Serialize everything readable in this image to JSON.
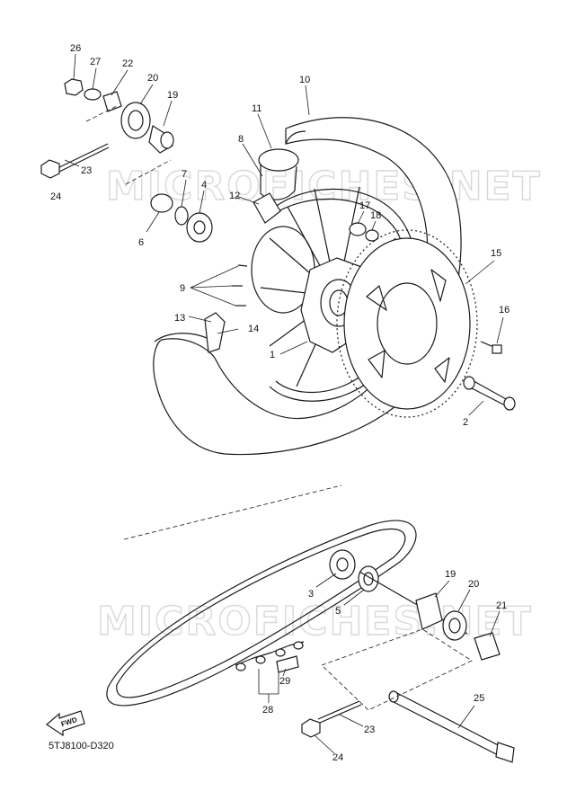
{
  "diagram_code": "5TJ8100-D320",
  "watermark_text": "MICROFICHES.NET",
  "fwd_label": "FWD",
  "callouts": [
    "26",
    "27",
    "22",
    "20",
    "19",
    "23",
    "24",
    "7",
    "4",
    "6",
    "10",
    "11",
    "8",
    "12",
    "17",
    "18",
    "9",
    "13",
    "14",
    "1",
    "15",
    "16",
    "2",
    "3",
    "5",
    "19",
    "20",
    "21",
    "25",
    "23",
    "24",
    "29",
    "28"
  ]
}
